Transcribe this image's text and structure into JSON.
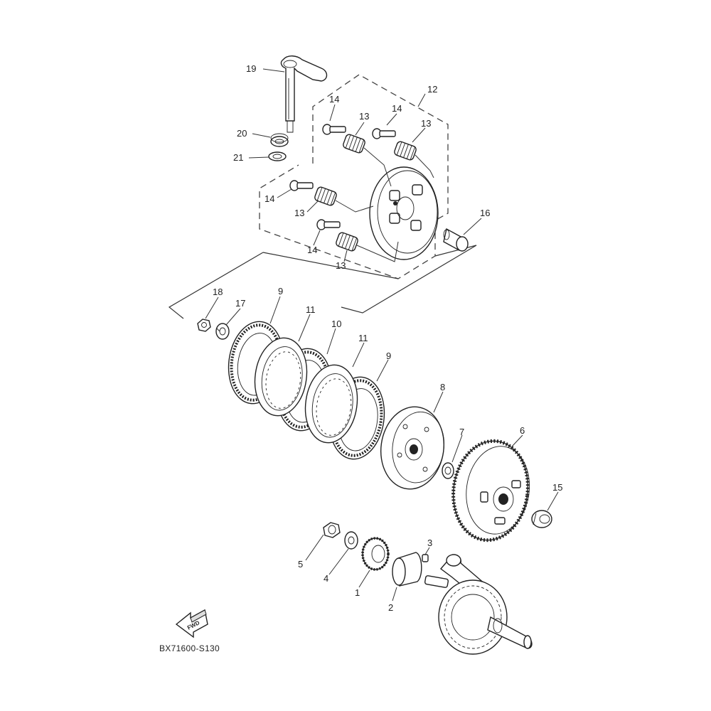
{
  "diagram": {
    "code": "BX71600-S130",
    "fwd_label": "FWD",
    "callouts": {
      "c1": "1",
      "c2": "2",
      "c3": "3",
      "c4": "4",
      "c5": "5",
      "c6": "6",
      "c7": "7",
      "c8": "8",
      "c9a": "9",
      "c9b": "9",
      "c10": "10",
      "c11a": "11",
      "c11b": "11",
      "c12": "12",
      "c13a": "13",
      "c13b": "13",
      "c13c": "13",
      "c13d": "13",
      "c14a": "14",
      "c14b": "14",
      "c14c": "14",
      "c14d": "14",
      "c15": "15",
      "c16": "16",
      "c17": "17",
      "c18": "18",
      "c19": "19",
      "c20": "20",
      "c21": "21"
    }
  }
}
